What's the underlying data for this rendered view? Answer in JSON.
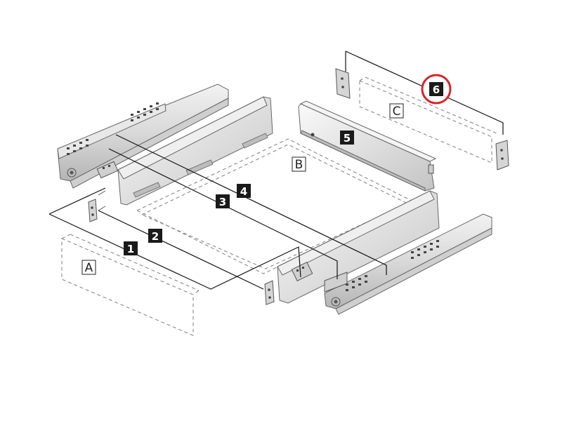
{
  "callouts": {
    "c1": "1",
    "c2": "2",
    "c3": "3",
    "c4": "4",
    "c5": "5",
    "c6": "6"
  },
  "boxes": {
    "a": "A",
    "b": "B",
    "c": "C"
  },
  "colors": {
    "badge": "#1a1a1a",
    "highlight_circle": "#d8232a",
    "metal_light": "#e4e4e4",
    "metal_dark": "#a9a9a9"
  }
}
